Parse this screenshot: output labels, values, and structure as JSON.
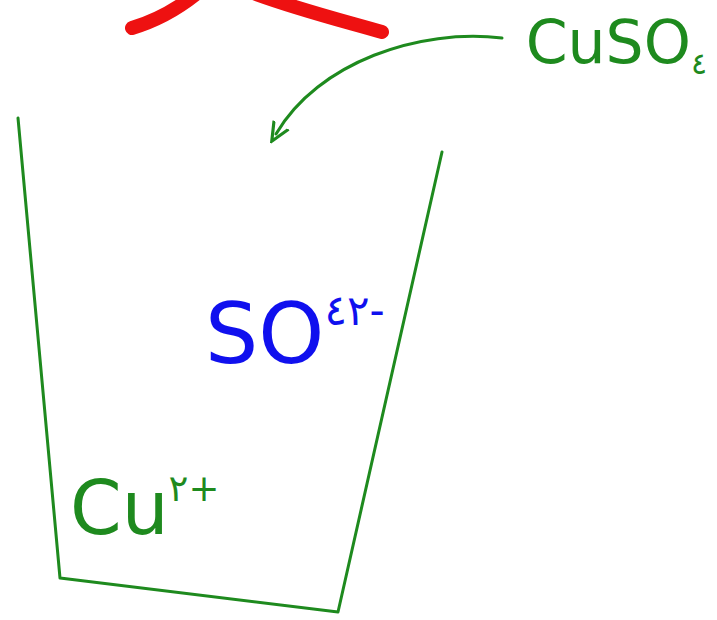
{
  "diagram": {
    "nodes": [
      {
        "text": [
          "SO٤٢-",
          "Cu٢+"
        ]
      }
    ],
    "labels": [
      "CuSO٤"
    ]
  }
}
